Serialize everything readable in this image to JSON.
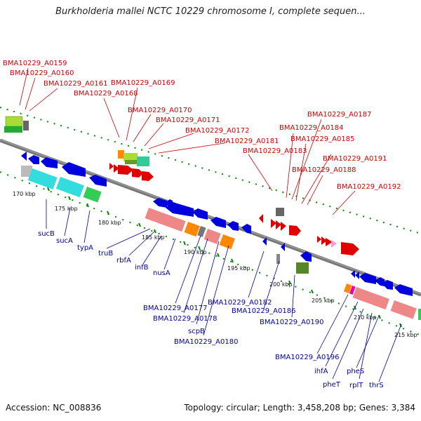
{
  "title": "Burkholderia mallei NCTC 10229 chromosome I, complete sequen...",
  "footer": {
    "accession": "Accession: NC_008836",
    "summary": "Topology: circular; Length: 3,458,208 bp; Genes: 3,384"
  },
  "colors": {
    "red_label": "#cc0000",
    "blue_label": "#000099",
    "forward_gene": "#e00000",
    "reverse_gene": "#0000dd",
    "tick": "#008800",
    "backbone": "#888888"
  },
  "scale_labels": [
    "170 kbp",
    "175 kbp",
    "180 kbp",
    "185 kbp",
    "190 kbp",
    "195 kbp",
    "200 kbp",
    "205 kbp",
    "210 kbp",
    "215 kbp"
  ],
  "top_labels": [
    "BMA10229_A0159",
    "BMA10229_A0160",
    "BMA10229_A0161",
    "BMA10229_A0168",
    "BMA10229_A0169",
    "BMA10229_A0170",
    "BMA10229_A0171",
    "BMA10229_A0172",
    "BMA10229_A0181",
    "BMA10229_A0183",
    "BMA10229_A0184",
    "BMA10229_A0185",
    "BMA10229_A0187",
    "BMA10229_A0191",
    "BMA10229_A0188",
    "BMA10229_A0192"
  ],
  "bottom_labels": [
    "sucB",
    "sucA",
    "typA",
    "truB",
    "rbfA",
    "infB",
    "nusA",
    "BMA10229_A0177",
    "BMA10229_A0178",
    "scpB",
    "BMA10229_A0180",
    "BMA10229_A0182",
    "BMA10229_A0186",
    "BMA10229_A0190",
    "BMA10229_A0196",
    "ihfA",
    "pheT",
    "rplT",
    "pheS",
    "thrS"
  ]
}
